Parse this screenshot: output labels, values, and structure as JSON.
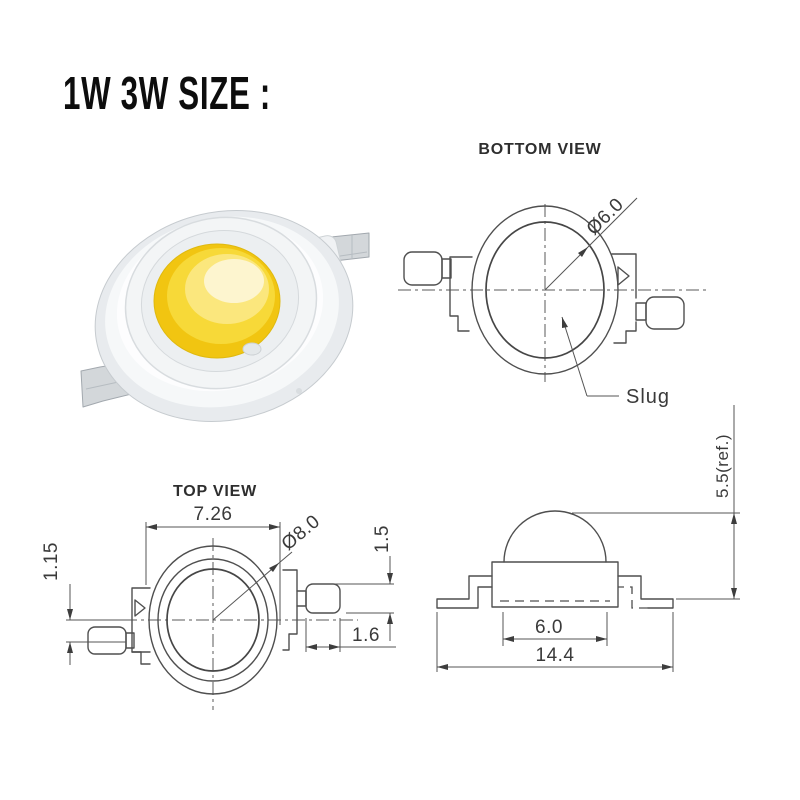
{
  "title": "1W 3W SIZE :",
  "views": {
    "bottom": {
      "label": "BOTTOM VIEW",
      "dim_slug_diameter": "Ø6.0",
      "slug_label": "Slug"
    },
    "top": {
      "label": "TOP VIEW",
      "dim_body_width": "7.26",
      "dim_outer_diameter": "Ø8.0",
      "dim_lead_thickness": "1.5",
      "dim_lead_offset": "1.15",
      "dim_lead_width": "1.6"
    },
    "side": {
      "dim_slug_width": "6.0",
      "dim_overall_width": "14.4",
      "dim_overall_height": "5.5(ref.)"
    }
  },
  "colors": {
    "drawing_line": "#4f4f4f",
    "dimension_text": "#3a3a3a",
    "phosphor_yellow": "#f1c511",
    "lead_metal": "#d3d7da",
    "title_text": "#0d0d0d",
    "background": "#ffffff"
  }
}
